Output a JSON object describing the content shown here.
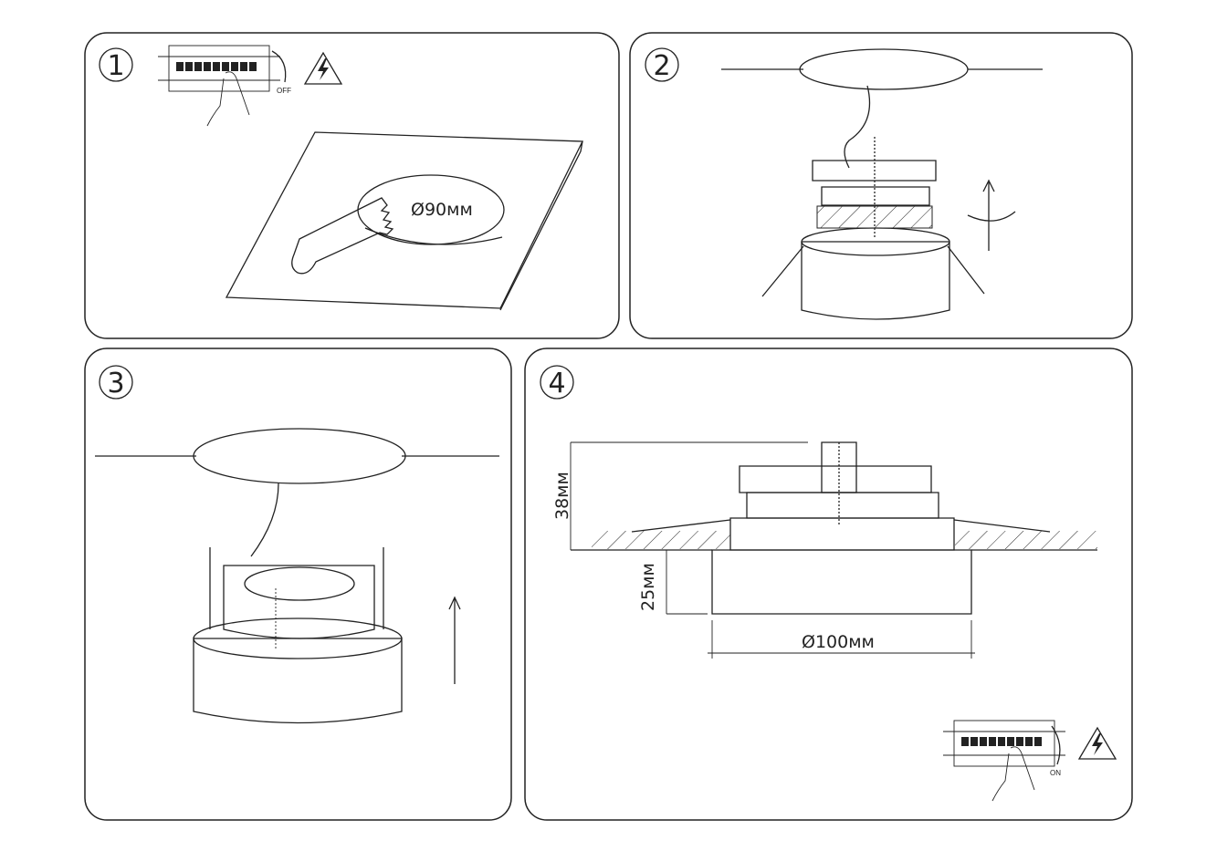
{
  "steps": [
    {
      "number": "1",
      "hole_diameter": "Ø90мм",
      "switch_label": "OFF"
    },
    {
      "number": "2"
    },
    {
      "number": "3"
    },
    {
      "number": "4",
      "height_total": "38мм",
      "height_visible": "25мм",
      "diameter": "Ø100мм",
      "switch_label": "ON"
    }
  ],
  "colors": {
    "line": "#222222",
    "background": "#ffffff"
  }
}
